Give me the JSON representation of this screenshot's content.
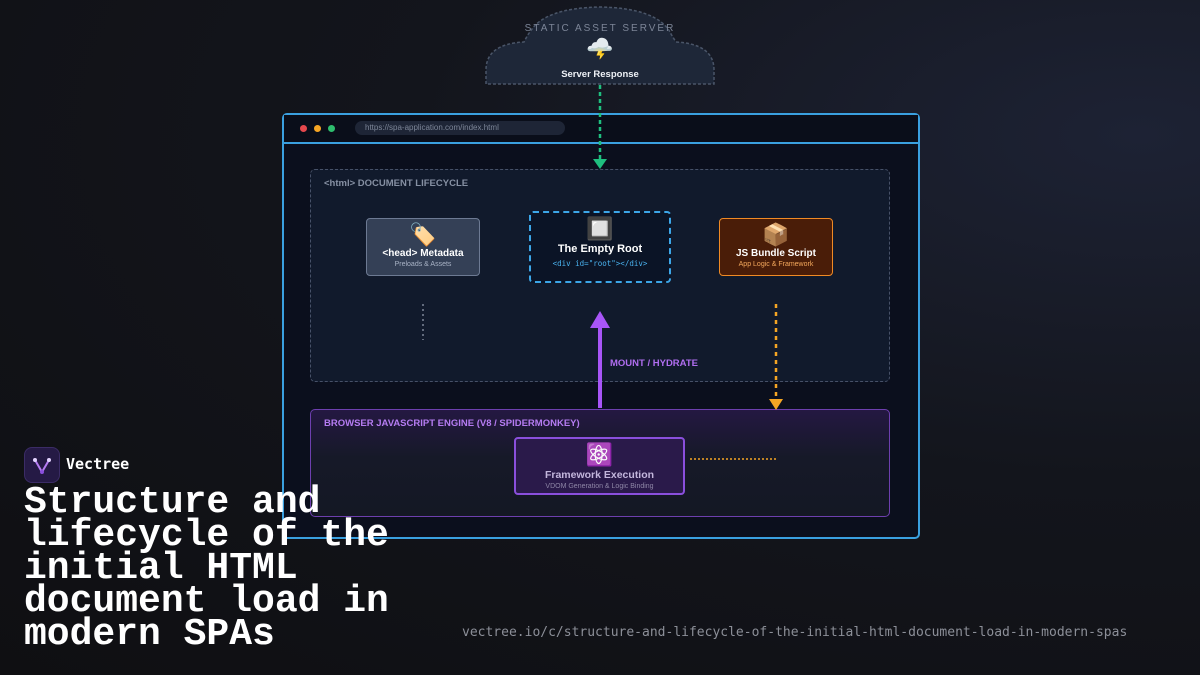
{
  "server": {
    "title": "STATIC ASSET SERVER",
    "icon": "cloud-lightning-icon",
    "icon_glyph": "🌩️",
    "label": "Server Response"
  },
  "browser": {
    "url": "https://spa-application.com/index.html",
    "dots": [
      "#e5484d",
      "#f5a524",
      "#2ebd6e"
    ]
  },
  "document": {
    "label": "<html> DOCUMENT LIFECYCLE",
    "head": {
      "icon_glyph": "🏷️",
      "icon": "tag-icon",
      "title": "<head> Metadata",
      "subtitle": "Preloads & Assets"
    },
    "root": {
      "icon_glyph": "🔲",
      "icon": "empty-square-icon",
      "title": "The Empty Root",
      "code": "<div id=\"root\"></div>"
    },
    "js": {
      "icon_glyph": "📦",
      "icon": "package-icon",
      "title": "JS Bundle Script",
      "subtitle": "App Logic & Framework"
    }
  },
  "mount_label": "MOUNT / HYDRATE",
  "engine": {
    "label": "BROWSER JAVASCRIPT ENGINE (V8 / SPIDERMONKEY)",
    "framework": {
      "icon_glyph": "⚛️",
      "icon": "atom-icon",
      "title": "Framework Execution",
      "subtitle": "VDOM Generation & Logic Binding"
    }
  },
  "colors": {
    "browser_border": "#3aa0e0",
    "server_arrow": "#1fbf7f",
    "mount_arrow": "#a855f7",
    "js_arrow": "#f5a524"
  },
  "brand": {
    "name": "Vectree"
  },
  "title": "Structure and lifecycle of the initial HTML document load in modern SPAs",
  "page_url": "vectree.io/c/structure-and-lifecycle-of-the-initial-html-document-load-in-modern-spas"
}
